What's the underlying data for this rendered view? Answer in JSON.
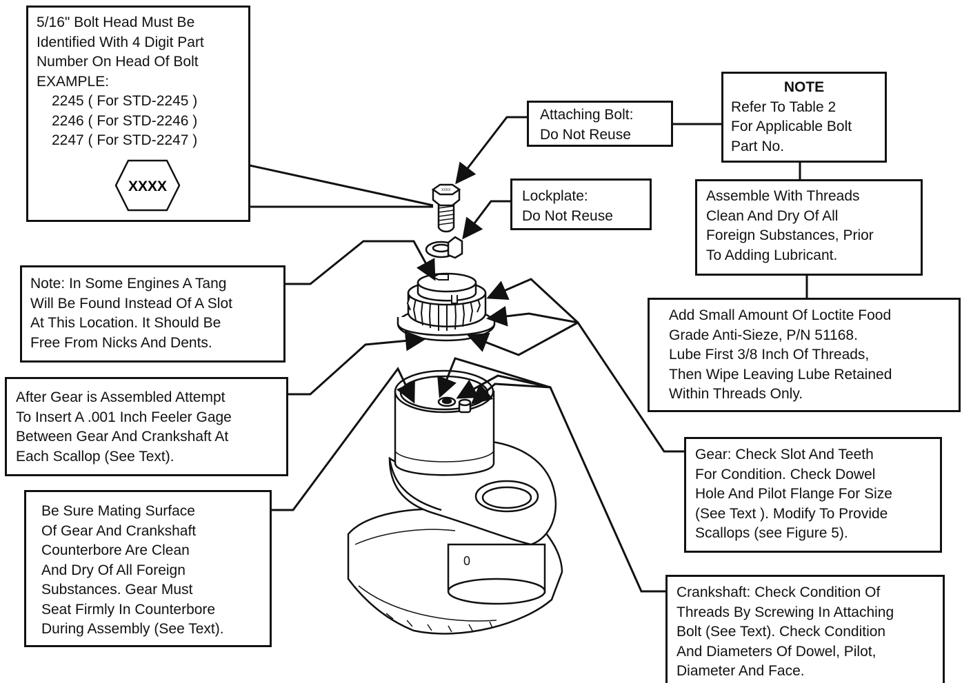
{
  "callouts": {
    "bolt_id": {
      "lines": [
        "5/16\" Bolt Head Must Be",
        "Identified With 4 Digit Part",
        "Number On Head Of Bolt",
        "EXAMPLE:"
      ],
      "examples": [
        "2245 ( For STD-2245 )",
        "2246 ( For STD-2246 )",
        "2247 ( For STD-2247 )"
      ],
      "hex_label": "XXXX"
    },
    "attaching_bolt": {
      "lines": [
        "Attaching Bolt:",
        "Do Not Reuse"
      ]
    },
    "note": {
      "title": "NOTE",
      "lines": [
        "Refer To Table 2",
        "For Applicable Bolt",
        "Part No."
      ]
    },
    "lockplate": {
      "lines": [
        "Lockplate:",
        "Do Not Reuse"
      ]
    },
    "assemble_threads": {
      "lines": [
        "Assemble With Threads",
        "Clean And Dry Of All",
        "Foreign Substances, Prior",
        "To Adding Lubricant."
      ]
    },
    "loctite": {
      "lines": [
        "Add Small Amount Of Loctite Food",
        "Grade Anti-Sieze, P/N 51168.",
        "Lube First 3/8 Inch Of Threads,",
        "Then Wipe Leaving Lube Retained",
        "Within Threads Only."
      ]
    },
    "tang_note": {
      "lines": [
        "Note: In Some Engines A Tang",
        "Will Be Found Instead Of A Slot",
        "At This Location. It Should Be",
        "Free From Nicks And Dents."
      ]
    },
    "feeler_gage": {
      "lines": [
        "After Gear is Assembled Attempt",
        "To Insert A .001 Inch Feeler Gage",
        "Between Gear And Crankshaft At",
        "Each Scallop (See Text)."
      ]
    },
    "mating_surface": {
      "lines": [
        "Be Sure Mating Surface",
        "Of Gear And Crankshaft",
        "Counterbore Are Clean",
        "And Dry Of All Foreign",
        "Substances. Gear Must",
        "Seat Firmly In Counterbore",
        "During Assembly (See Text)."
      ]
    },
    "gear_check": {
      "lines": [
        "Gear: Check Slot And Teeth",
        "For  Condition. Check Dowel",
        "Hole And Pilot Flange For Size",
        "(See Text ). Modify To Provide",
        "Scallops (see Figure 5)."
      ]
    },
    "crankshaft_check": {
      "lines": [
        "Crankshaft: Check Condition Of",
        "Threads By Screwing In Attaching",
        "Bolt (See Text). Check Condition",
        "And Diameters Of Dowel, Pilot,",
        "Diameter And Face."
      ]
    }
  },
  "illustration": {
    "bolt_head_marking": "XXXX",
    "crankshaft_mark": "0"
  }
}
